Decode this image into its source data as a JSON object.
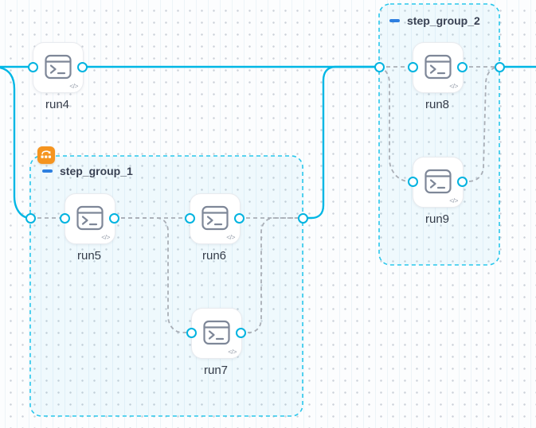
{
  "app": {
    "view": "workflow-graph-canvas"
  },
  "colors": {
    "edge_active": "#00b7e5",
    "edge_default": "#a9aeb6",
    "group_border": "#29c7ec",
    "port": "#00b3e0",
    "badge": "#f5941f",
    "minus": "#2d7fe0",
    "node_label": "#353c49",
    "group_label": "#3a4254"
  },
  "glyphs": {
    "code_badge": "</>"
  },
  "icons": {
    "node_type": "terminal-window-icon",
    "node_corner": "code-icon",
    "group_collapse": "minus-icon",
    "group_modifier": "loop-retry-badge-icon",
    "port": "connection-handle"
  },
  "nodes": [
    {
      "id": "run4",
      "label": "run4"
    },
    {
      "id": "run5",
      "label": "run5"
    },
    {
      "id": "run6",
      "label": "run6"
    },
    {
      "id": "run7",
      "label": "run7"
    },
    {
      "id": "run8",
      "label": "run8"
    },
    {
      "id": "run9",
      "label": "run9"
    }
  ],
  "groups": [
    {
      "id": "step_group_1",
      "label": "step_group_1",
      "has_badge": true
    },
    {
      "id": "step_group_2",
      "label": "step_group_2",
      "has_badge": false
    }
  ],
  "edges": [
    {
      "from": "offscreen-left",
      "to": "run4",
      "state": "active"
    },
    {
      "from": "offscreen-left",
      "to": "step_group_1",
      "state": "active"
    },
    {
      "from": "run4",
      "to": "step_group_2",
      "state": "active"
    },
    {
      "from": "step_group_1",
      "to": "step_group_2",
      "state": "active"
    },
    {
      "from": "step_group_2",
      "to": "offscreen-right",
      "state": "active"
    },
    {
      "from": "step_group_1.in",
      "to": "run5",
      "state": "default"
    },
    {
      "from": "run5",
      "to": "run6",
      "state": "default"
    },
    {
      "from": "run5",
      "to": "run7",
      "state": "default"
    },
    {
      "from": "run6",
      "to": "step_group_1.out",
      "state": "default"
    },
    {
      "from": "run7",
      "to": "step_group_1.out",
      "state": "default"
    },
    {
      "from": "step_group_2.in",
      "to": "run8",
      "state": "default"
    },
    {
      "from": "step_group_2.in",
      "to": "run9",
      "state": "default"
    },
    {
      "from": "run8",
      "to": "step_group_2.out",
      "state": "default"
    },
    {
      "from": "run9",
      "to": "step_group_2.out",
      "state": "default"
    }
  ]
}
